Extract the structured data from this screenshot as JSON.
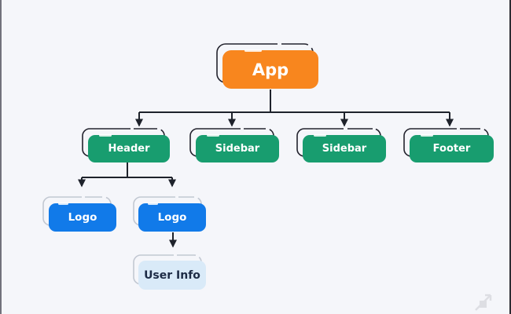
{
  "canvas": {
    "background": "#f5f6fa",
    "left_edge_color": "#72727c",
    "right_edge_color": "#2c2c33"
  },
  "diagram": {
    "type": "tree",
    "edge_color": "#1e222b",
    "sketch_outline_dark": "#23232e",
    "sketch_outline_light": "#c2c8d2",
    "nodes": [
      {
        "id": "app",
        "label": "App",
        "fill": "#f8861e",
        "text_color": "#ffffff",
        "outline": "dark"
      },
      {
        "id": "header",
        "label": "Header",
        "fill": "#189d6f",
        "text_color": "#ffffff",
        "outline": "dark"
      },
      {
        "id": "sidebar-1",
        "label": "Sidebar",
        "fill": "#189d6f",
        "text_color": "#ffffff",
        "outline": "dark"
      },
      {
        "id": "sidebar-2",
        "label": "Sidebar",
        "fill": "#189d6f",
        "text_color": "#ffffff",
        "outline": "dark"
      },
      {
        "id": "footer",
        "label": "Footer",
        "fill": "#189d6f",
        "text_color": "#ffffff",
        "outline": "dark"
      },
      {
        "id": "logo-1",
        "label": "Logo",
        "fill": "#117ae9",
        "text_color": "#ffffff",
        "outline": "light"
      },
      {
        "id": "logo-2",
        "label": "Logo",
        "fill": "#117ae9",
        "text_color": "#ffffff",
        "outline": "light"
      },
      {
        "id": "user-info",
        "label": "User Info",
        "fill": "#d9eaf8",
        "text_color": "#1d2b45",
        "outline": "light"
      }
    ],
    "edges": [
      {
        "from": "app",
        "to": "header"
      },
      {
        "from": "app",
        "to": "sidebar-1"
      },
      {
        "from": "app",
        "to": "sidebar-2"
      },
      {
        "from": "app",
        "to": "footer"
      },
      {
        "from": "header",
        "to": "logo-1"
      },
      {
        "from": "header",
        "to": "logo-2"
      },
      {
        "from": "logo-2",
        "to": "user-info"
      }
    ],
    "watermark_icon": "resize-arrow-icon"
  }
}
